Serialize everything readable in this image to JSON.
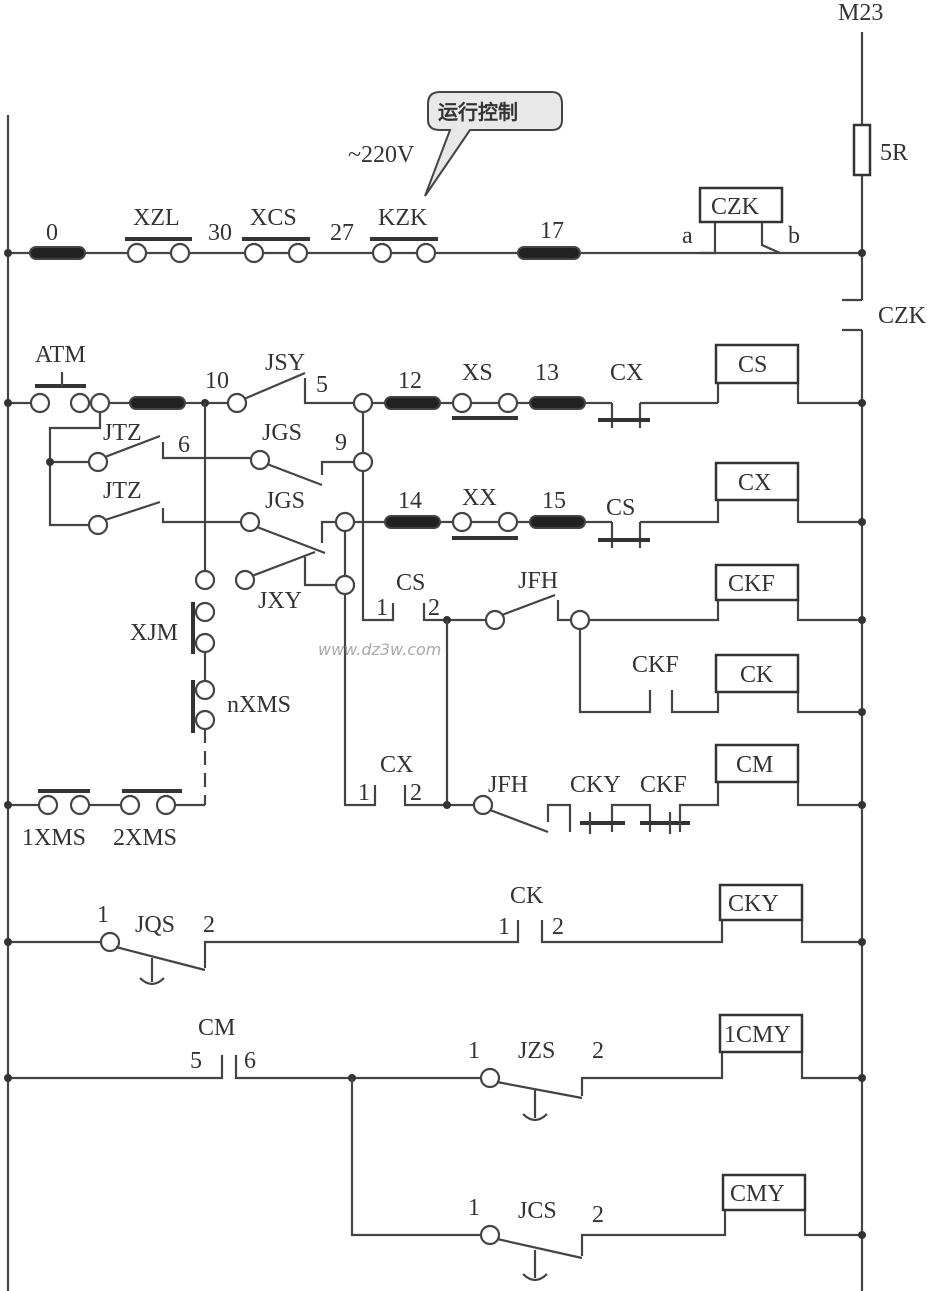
{
  "supply": {
    "source": "M23",
    "fuse": "5R",
    "voltage": "~220V",
    "callout": "运行控制"
  },
  "row1": {
    "fuse0": "0",
    "xzl": "XZL",
    "n30": "30",
    "xcs": "XCS",
    "n27": "27",
    "kzk": "KZK",
    "fuse17": "17",
    "a": "a",
    "coil": "CZK",
    "b": "b"
  },
  "czk_contact": "CZK",
  "row_cs": {
    "atm": "ATM",
    "n10": "10",
    "jsy": "JSY",
    "n5": "5",
    "fuse12": "12",
    "xs": "XS",
    "fuse13": "13",
    "cx": "CX",
    "coil": "CS"
  },
  "row_9": {
    "jtz": "JTZ",
    "n6": "6",
    "jgs": "JGS",
    "n9": "9"
  },
  "row_cx": {
    "jtz": "JTZ",
    "jgs": "JGS",
    "fuse14": "14",
    "xx": "XX",
    "fuse15": "15",
    "cs": "CS",
    "coil": "CX"
  },
  "jxy": "JXY",
  "xjm": "XJM",
  "nxms": "nXMS",
  "xms1": "1XMS",
  "xms2": "2XMS",
  "row_ckf": {
    "cs": "CS",
    "p1": "1",
    "p2": "2",
    "jfh": "JFH",
    "coil": "CKF"
  },
  "row_ck": {
    "ckf": "CKF",
    "coil": "CK"
  },
  "row_cm": {
    "cx": "CX",
    "p1": "1",
    "p2": "2",
    "jfh": "JFH",
    "cky": "CKY",
    "ckf": "CKF",
    "coil": "CM"
  },
  "row_cky": {
    "p1": "1",
    "jqs": "JQS",
    "p2": "2",
    "ck": "CK",
    "ck1": "1",
    "ck2": "2",
    "coil": "CKY"
  },
  "row_1cmy": {
    "cm": "CM",
    "p5": "5",
    "p6": "6",
    "p1": "1",
    "jzs": "JZS",
    "p2": "2",
    "coil": "1CMY"
  },
  "row_cmy": {
    "p1": "1",
    "jcs": "JCS",
    "p2": "2",
    "coil": "CMY"
  },
  "watermark": "www.dz3w.com"
}
